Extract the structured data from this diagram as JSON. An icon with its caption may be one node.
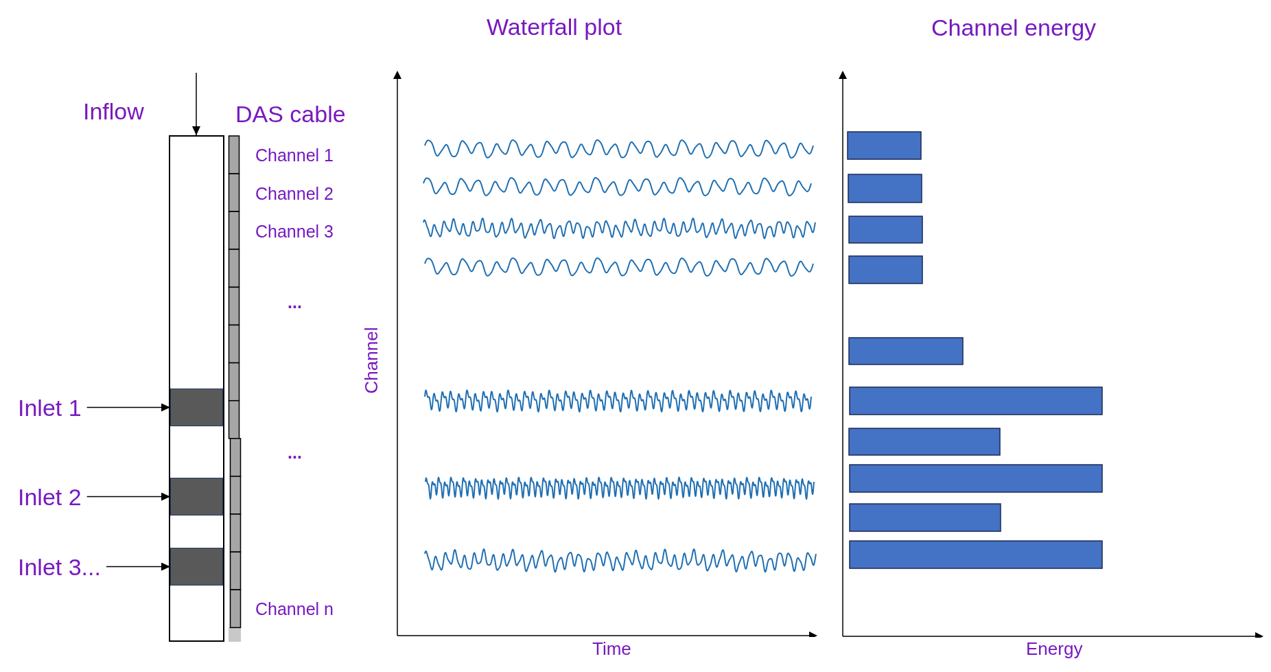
{
  "diagram": {
    "nodes": [
      {
        "text": [],
        "shape": "box"
      },
      {
        "text": [],
        "shape": "box",
        "in": 0
      },
      {
        "text": [],
        "shape": "box",
        "in": 0
      },
      {
        "text": [],
        "shape": "box",
        "in": 0
      },
      {
        "text": [
          "Inlet 1"
        ]
      },
      {
        "text": [
          "Inlet 2"
        ]
      },
      {
        "text": [
          "Inlet 3..."
        ]
      }
    ],
    "edges": [
      {
        "from": null,
        "to": 0,
        "arrow": "to",
        "label": "Inflow"
      },
      {
        "from": 4,
        "to": 1,
        "arrow": "to"
      },
      {
        "from": 5,
        "to": 2,
        "arrow": "to"
      },
      {
        "from": 6,
        "to": 3,
        "arrow": "to"
      }
    ],
    "labels": [
      "Waterfall plot",
      "Channel energy",
      "DAS cable",
      "Channel 1",
      "Channel 2",
      "Channel 3",
      "...",
      "Channel",
      "...",
      "Channel n",
      "Time",
      "Energy"
    ]
  }
}
